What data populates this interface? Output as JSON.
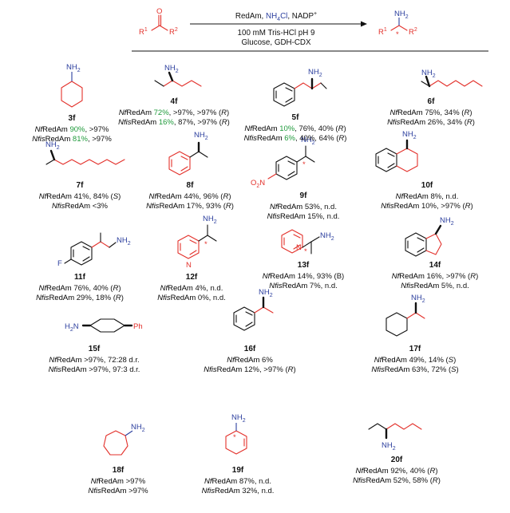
{
  "reaction": {
    "reagents_line1": [
      "RedAm, ",
      "NH",
      "4",
      "Cl",
      ", NADP",
      "+"
    ],
    "reagents_line2": "100 mM Tris-HCl pH 9",
    "reagents_line3": "Glucose, GDH-CDX",
    "reactant_atoms": {
      "O": "O",
      "R1": "R",
      "R1_sub": "1",
      "R2": "R",
      "R2_sub": "2"
    },
    "product_atoms": {
      "NH2": "NH",
      "NH2_sub": "2",
      "R1": "R",
      "R1_sub": "1",
      "R2": "R",
      "R2_sub": "2",
      "star": "*"
    }
  },
  "enzymes": {
    "nf_it": "Nf",
    "nfis_it": "Nfis",
    "suffix": "RedAm"
  },
  "compounds": [
    {
      "id": "3f",
      "atom": "NH2",
      "nf": [
        {
          "t": "90%",
          "c": "green"
        },
        {
          "t": ", >97%"
        }
      ],
      "nfis": [
        {
          "t": "81%",
          "c": "green"
        },
        {
          "t": ", >97%"
        }
      ]
    },
    {
      "id": "4f",
      "atom": "NH2",
      "nf": [
        {
          "t": "72%",
          "c": "green"
        },
        {
          "t": ", >97%, >97% ("
        },
        {
          "t": "R",
          "i": true
        },
        {
          "t": ")"
        }
      ],
      "nfis": [
        {
          "t": "16%",
          "c": "green"
        },
        {
          "t": ", 87%, >97% ("
        },
        {
          "t": "R",
          "i": true
        },
        {
          "t": ")"
        }
      ]
    },
    {
      "id": "5f",
      "atom": "NH2",
      "nf": [
        {
          "t": "10%",
          "c": "green"
        },
        {
          "t": ", 76%, 40% ("
        },
        {
          "t": "R",
          "i": true
        },
        {
          "t": ")"
        }
      ],
      "nfis": [
        {
          "t": "6%",
          "c": "green"
        },
        {
          "t": ", 40%, 64% ("
        },
        {
          "t": "R",
          "i": true
        },
        {
          "t": ")"
        }
      ]
    },
    {
      "id": "6f",
      "atom": "NH2",
      "nf": [
        {
          "t": "75%, 34% ("
        },
        {
          "t": "R",
          "i": true
        },
        {
          "t": ")"
        }
      ],
      "nfis": [
        {
          "t": "26%, 34% ("
        },
        {
          "t": "R",
          "i": true
        },
        {
          "t": ")"
        }
      ]
    },
    {
      "id": "7f",
      "atom": "NH2",
      "nf": [
        {
          "t": "41%, 84% ("
        },
        {
          "t": "S",
          "i": true
        },
        {
          "t": ")"
        }
      ],
      "nfis": [
        {
          "t": "<3%"
        }
      ]
    },
    {
      "id": "8f",
      "atom": "NH2",
      "nf": [
        {
          "t": "44%, 96% ("
        },
        {
          "t": "R",
          "i": true
        },
        {
          "t": ")"
        }
      ],
      "nfis": [
        {
          "t": "17%, 93% ("
        },
        {
          "t": "R",
          "i": true
        },
        {
          "t": ")"
        }
      ]
    },
    {
      "id": "9f",
      "atom": "NH2",
      "extra": [
        "O2N",
        "*"
      ],
      "nf": [
        {
          "t": "53%, n.d."
        }
      ],
      "nfis": [
        {
          "t": "15%, n.d."
        }
      ]
    },
    {
      "id": "10f",
      "atom": "NH2",
      "nf": [
        {
          "t": "8%, n.d."
        }
      ],
      "nfis": [
        {
          "t": "10%, >97% ("
        },
        {
          "t": "R",
          "i": true
        },
        {
          "t": ")"
        }
      ]
    },
    {
      "id": "11f",
      "atom": "NH2",
      "extra": [
        "F"
      ],
      "nf": [
        {
          "t": "76%, 40% ("
        },
        {
          "t": "R",
          "i": true
        },
        {
          "t": ")"
        }
      ],
      "nfis": [
        {
          "t": "29%, 18% ("
        },
        {
          "t": "R",
          "i": true
        },
        {
          "t": ")"
        }
      ]
    },
    {
      "id": "12f",
      "atom": "NH2",
      "extra": [
        "N",
        "*"
      ],
      "nf": [
        {
          "t": "4%, n.d."
        }
      ],
      "nfis": [
        {
          "t": "0%, n.d."
        }
      ]
    },
    {
      "id": "13f",
      "atom": "NH2",
      "extra": [
        "N",
        "*"
      ],
      "nf": [
        {
          "t": "14%, 93% (B)"
        }
      ],
      "nfis": [
        {
          "t": "7%, n.d."
        }
      ]
    },
    {
      "id": "14f",
      "atom": "NH2",
      "nf": [
        {
          "t": "16%, >97% ("
        },
        {
          "t": "R",
          "i": true
        },
        {
          "t": ")"
        }
      ],
      "nfis": [
        {
          "t": "5%, n.d."
        }
      ]
    },
    {
      "id": "15f",
      "atom": "H2N",
      "extra": [
        "Ph"
      ],
      "nf": [
        {
          "t": ">97%, 72:28 d.r."
        }
      ],
      "nfis": [
        {
          "t": ">97%, 97:3 d.r."
        }
      ]
    },
    {
      "id": "16f",
      "atom": "NH2",
      "nf": [
        {
          "t": "6%"
        }
      ],
      "nfis": [
        {
          "t": "12%, >97% ("
        },
        {
          "t": "R",
          "i": true
        },
        {
          "t": ")"
        }
      ]
    },
    {
      "id": "17f",
      "atom": "NH2",
      "nf": [
        {
          "t": "49%, 14% ("
        },
        {
          "t": "S",
          "i": true
        },
        {
          "t": ")"
        }
      ],
      "nfis": [
        {
          "t": "63%, 72% ("
        },
        {
          "t": "S",
          "i": true
        },
        {
          "t": ")"
        }
      ]
    },
    {
      "id": "18f",
      "atom": "NH2",
      "nf": [
        {
          "t": ">97%"
        }
      ],
      "nfis": [
        {
          "t": ">97%"
        }
      ]
    },
    {
      "id": "19f",
      "atom": "NH2",
      "extra": [
        "*"
      ],
      "nf": [
        {
          "t": "87%, n.d."
        }
      ],
      "nfis": [
        {
          "t": "32%, n.d."
        }
      ]
    },
    {
      "id": "20f",
      "atom": "NH2",
      "nf": [
        {
          "t": "92%, 40% ("
        },
        {
          "t": "R",
          "i": true
        },
        {
          "t": ")"
        }
      ],
      "nfis": [
        {
          "t": "52%, 58% ("
        },
        {
          "t": "R",
          "i": true
        },
        {
          "t": ")"
        }
      ]
    }
  ]
}
